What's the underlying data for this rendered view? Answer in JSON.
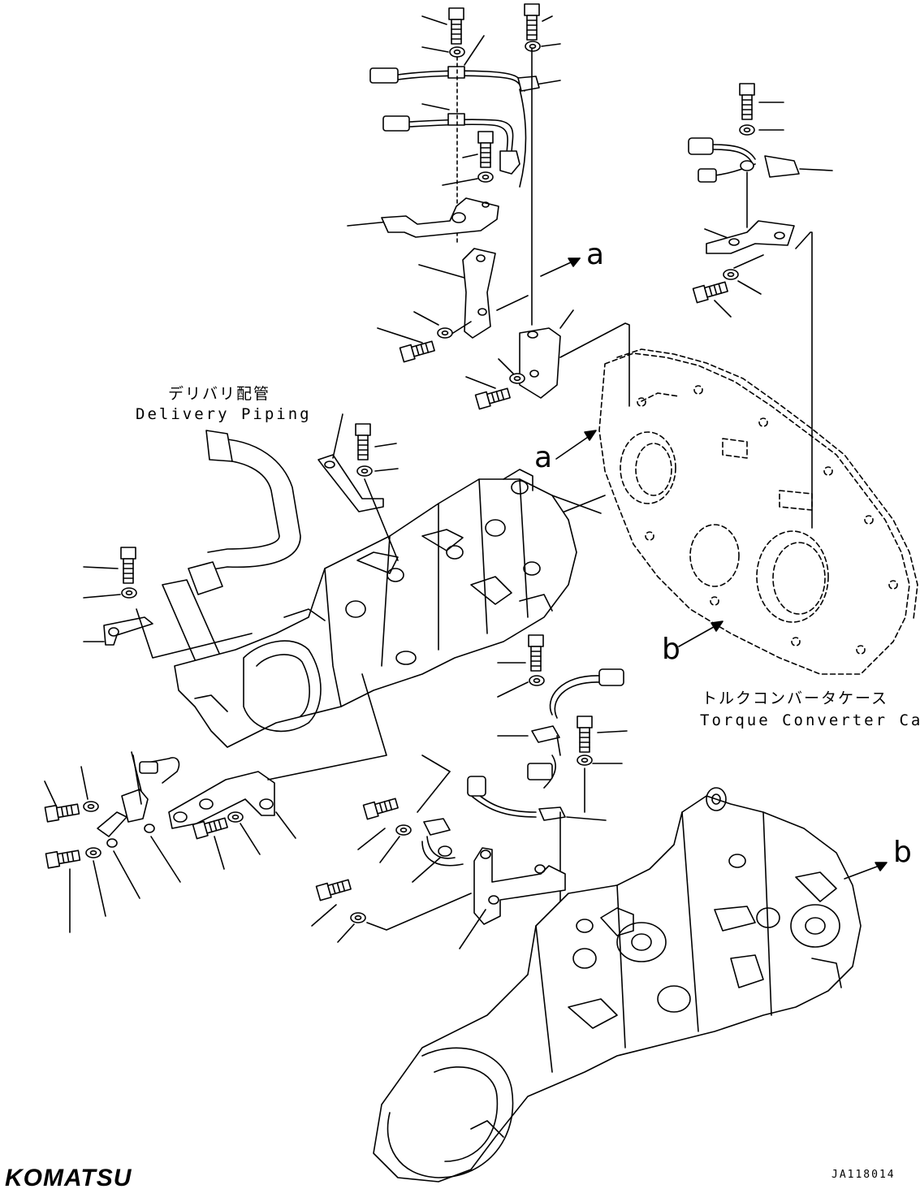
{
  "labels": {
    "delivery_piping_jp": "デリバリ配管",
    "delivery_piping_en": "Delivery Piping",
    "torque_case_jp": "トルクコンバータケース",
    "torque_case_en": "Torque Converter Case",
    "ref_a": "a",
    "ref_b": "b",
    "brand": "KOMATSU",
    "drawing_code": "JA118014"
  },
  "colors": {
    "line": "#000000",
    "background": "#ffffff"
  }
}
